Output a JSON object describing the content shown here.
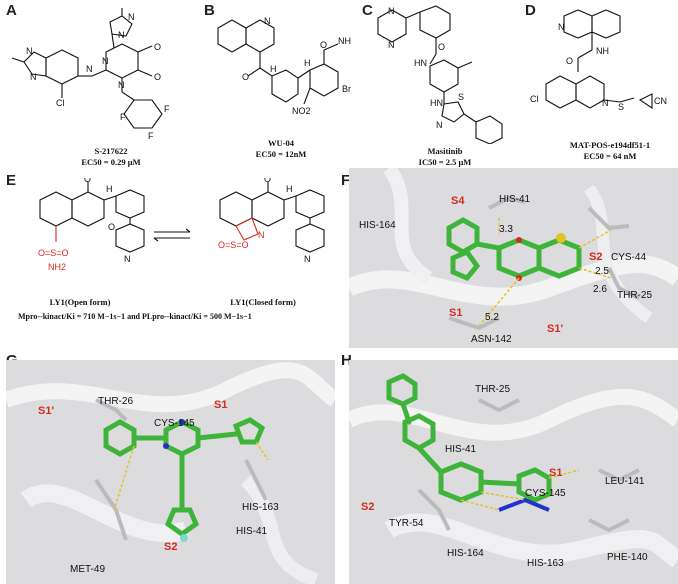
{
  "panels": {
    "A": {
      "letter": "A",
      "name": "S-217622",
      "activity": "EC50 = 0.29 μM"
    },
    "B": {
      "letter": "B",
      "name": "WU-04",
      "activity": "EC50 = 12nM"
    },
    "C": {
      "letter": "C",
      "name": "Masitinib",
      "activity": "IC50 = 2.5 μM"
    },
    "D": {
      "letter": "D",
      "name": "MAT-POS-e194df51-1",
      "activity": "EC50 = 64 nM"
    },
    "E": {
      "letter": "E",
      "open_form": "LY1(Open form)",
      "closed_form": "LY1(Closed form)",
      "kinetics": "Mpro--kinact/Ki = 710 M−1s−1 and PLpro--kinact/Ki = 500 M−1s−1"
    },
    "F": {
      "letter": "F",
      "residues": [
        "HIS-164",
        "HIS-41",
        "CYS-44",
        "THR-25",
        "ASN-142"
      ],
      "sites": [
        "S4",
        "S2",
        "S1",
        "S1'"
      ],
      "distances": [
        "3.3",
        "2.5",
        "2.6",
        "5.2"
      ]
    },
    "G": {
      "letter": "G",
      "residues": [
        "THR-26",
        "CYS-145",
        "HIS-163",
        "HIS-41",
        "MET-49"
      ],
      "sites": [
        "S1'",
        "S1",
        "S2"
      ]
    },
    "H": {
      "letter": "H",
      "residues": [
        "THR-25",
        "HIS-41",
        "CYS-145",
        "LEU-141",
        "TYR-54",
        "HIS-164",
        "HIS-163",
        "PHE-140"
      ],
      "sites": [
        "S1",
        "S2"
      ]
    }
  },
  "atoms": {
    "N": "N",
    "O": "O",
    "Cl": "Cl",
    "F": "F",
    "Br": "Br",
    "NH": "NH",
    "HN": "HN",
    "H": "H",
    "S": "S",
    "CN": "CN",
    "NO2": "NO2",
    "SO2": "O=S=O",
    "NH2": "NH2"
  },
  "colors": {
    "carbon_green": "#3fb43a",
    "nitrogen": "#2233cc",
    "oxygen": "#d52b1e",
    "sulfur": "#e3c227",
    "fluorine": "#7fd6c8",
    "protein": "#c9c9cc",
    "site_label": "#d52b1e"
  }
}
